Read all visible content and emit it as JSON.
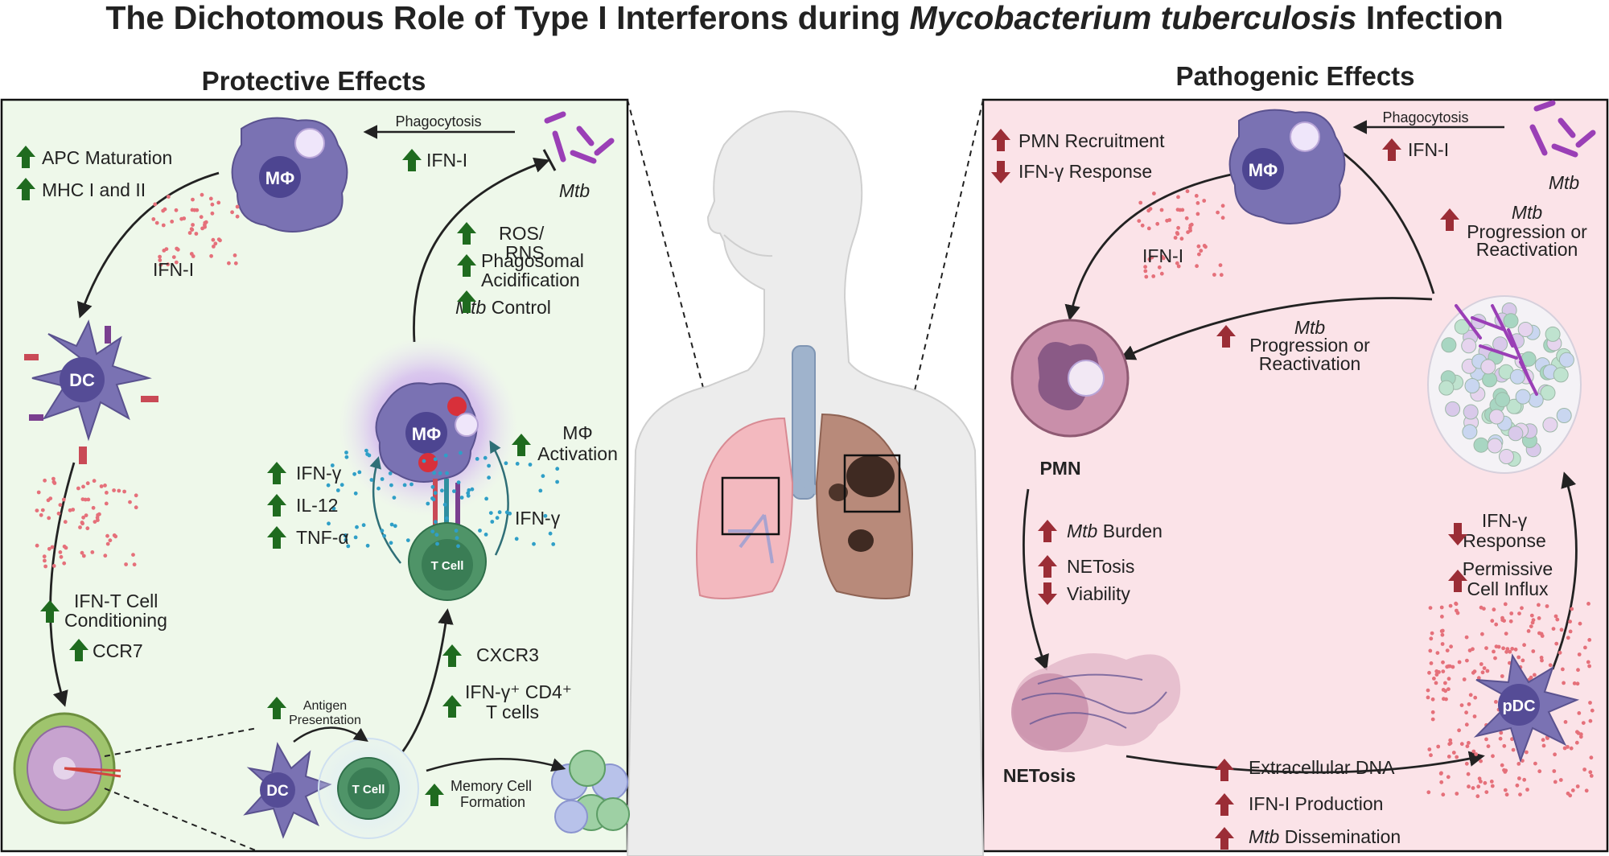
{
  "title": {
    "part1": "The Dichotomous Role of Type I Interferons during ",
    "italic": "Mycobacterium tuberculosis",
    "part2": " Infection"
  },
  "colors": {
    "protective_bg": "#eef8ea",
    "pathogenic_bg": "#fbe3e8",
    "up_green": "#1f6b1f",
    "up_red": "#9b2d36",
    "macrophage": "#7a72b3",
    "dc": "#6f66ad",
    "tcell": "#4f9468",
    "mtb": "#9a3fb6",
    "ifn_dots": "#e5707a"
  },
  "protective": {
    "heading": "Protective Effects",
    "apc_maturation": "APC Maturation",
    "mhc": "MHC I and II",
    "phagocytosis": "Phagocytosis",
    "ifn_i_top": "IFN-I",
    "mtb_label": "Mtb",
    "ifn_i_dots": "IFN-I",
    "ros": "ROS/",
    "rns": "RNS",
    "phagosomal1": "Phagosomal",
    "phagosomal2": "Acidification",
    "mtb_control_italic": "Mtb",
    "mtb_control": " Control",
    "mphi_activation1": "MΦ",
    "mphi_activation2": "Activation",
    "ifng": "IFN-γ",
    "il12": "IL-12",
    "tnfa": "TNF-α",
    "ifng_right": "IFN-γ",
    "ifn_t_cell1": "IFN-T Cell",
    "ifn_t_cell2": "Conditioning",
    "ccr7": "CCR7",
    "cxcr3": "CXCR3",
    "ifng_cd4_1": "IFN-γ⁺ CD4⁺",
    "ifng_cd4_2": "T cells",
    "antigen1": "Antigen",
    "antigen2": "Presentation",
    "memory1": "Memory Cell",
    "memory2": "Formation",
    "mphi": "MΦ",
    "dc": "DC",
    "tcell": "T Cell",
    "dc_bottom": "DC",
    "tcell_bottom": "T Cell"
  },
  "pathogenic": {
    "heading": "Pathogenic Effects",
    "pmn_recruitment": "PMN Recruitment",
    "ifng_response_top": "IFN-γ  Response",
    "phagocytosis": "Phagocytosis",
    "ifn_i_top": "IFN-I",
    "mtb_label": "Mtb",
    "mtb_prog_italic": "Mtb",
    "prog1": "Progression or",
    "prog2": "Reactivation",
    "ifn_i_dots": "IFN-I",
    "mid_mtb_italic": "Mtb",
    "mid_prog1": "Progression or",
    "mid_prog2": "Reactivation",
    "pmn": "PMN",
    "mtb_burden_italic": "Mtb",
    "mtb_burden": " Burden",
    "netosis_label": "NETosis",
    "viability": "Viability",
    "netosis": "NETosis",
    "ifng_resp1": "IFN-γ",
    "ifng_resp2": "Response",
    "permissive1": "Permissive",
    "permissive2": "Cell Influx",
    "extracellular_dna": "Extracellular DNA",
    "ifn_i_production": "IFN-I Production",
    "mtb_dissem_italic": "Mtb",
    "mtb_dissem": " Dissemination",
    "mphi": "MΦ",
    "pdc": "pDC"
  }
}
